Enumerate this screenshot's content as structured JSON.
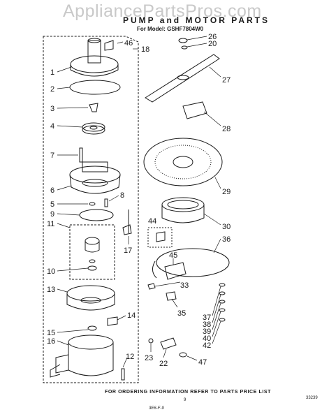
{
  "watermark": "AppliancePartsPros.com",
  "title": "PUMP and MOTOR PARTS",
  "model_line": "For Model: GSHF7804W0",
  "footer": "FOR ORDERING INFORMATION REFER TO PARTS PRICE LIST",
  "code_right": "33239",
  "code_bottom": "3E6-F-9",
  "small_mark": "9",
  "callouts": [
    {
      "label": "46"
    },
    {
      "label": "18"
    },
    {
      "label": "1"
    },
    {
      "label": "2"
    },
    {
      "label": "3"
    },
    {
      "label": "4"
    },
    {
      "label": "7"
    },
    {
      "label": "6"
    },
    {
      "label": "8"
    },
    {
      "label": "5"
    },
    {
      "label": "9"
    },
    {
      "label": "11"
    },
    {
      "label": "10"
    },
    {
      "label": "17"
    },
    {
      "label": "13"
    },
    {
      "label": "14"
    },
    {
      "label": "15"
    },
    {
      "label": "16"
    },
    {
      "label": "12"
    },
    {
      "label": "23"
    },
    {
      "label": "22"
    },
    {
      "label": "26"
    },
    {
      "label": "20"
    },
    {
      "label": "27"
    },
    {
      "label": "28"
    },
    {
      "label": "29"
    },
    {
      "label": "30"
    },
    {
      "label": "44"
    },
    {
      "label": "36"
    },
    {
      "label": "45"
    },
    {
      "label": "33"
    },
    {
      "label": "35"
    },
    {
      "label": "37"
    },
    {
      "label": "38"
    },
    {
      "label": "39"
    },
    {
      "label": "40"
    },
    {
      "label": "42"
    },
    {
      "label": "47"
    }
  ]
}
